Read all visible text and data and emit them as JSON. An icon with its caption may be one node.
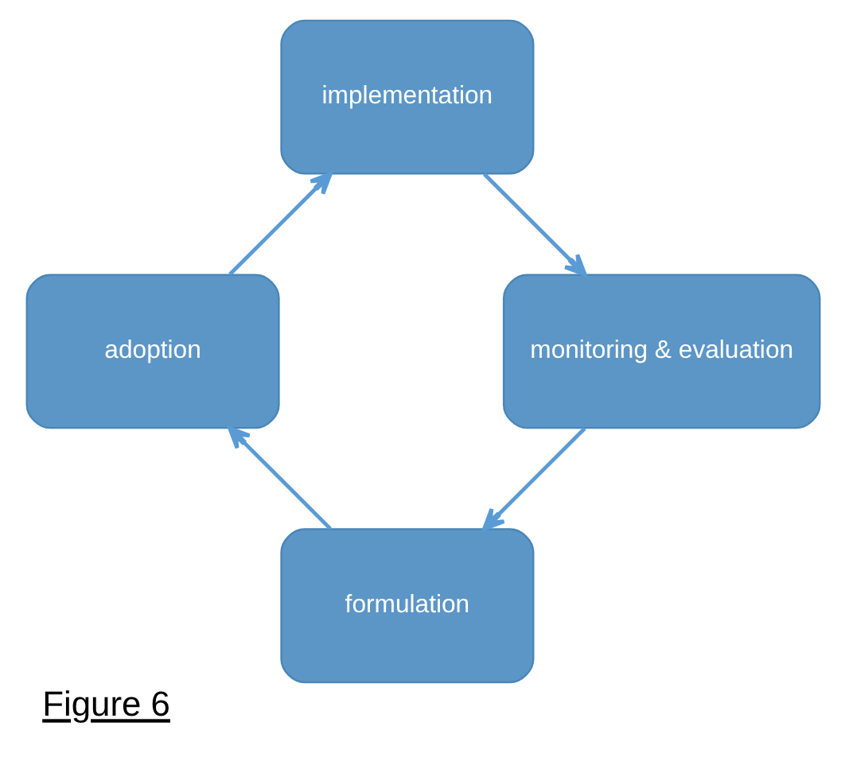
{
  "diagram": {
    "caption": "Figure 6",
    "nodes": [
      {
        "text": [
          "formulation"
        ]
      },
      {
        "text": [
          "adoption"
        ]
      },
      {
        "text": [
          "implementation"
        ]
      },
      {
        "text": [
          "monitoring & evaluation"
        ]
      }
    ],
    "edges": [
      {
        "from": 0,
        "to": 1,
        "arrow": "to"
      },
      {
        "from": 1,
        "to": 2,
        "arrow": "to"
      },
      {
        "from": 2,
        "to": 3,
        "arrow": "to"
      },
      {
        "from": 3,
        "to": 0,
        "arrow": "to"
      }
    ]
  }
}
